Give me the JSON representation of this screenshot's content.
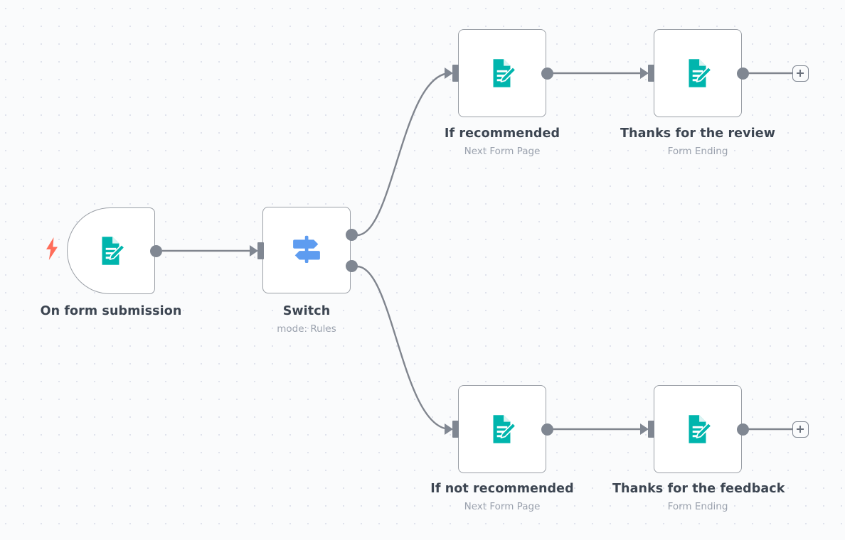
{
  "app": {
    "name": "n8n-workflow-canvas",
    "background_color": "#fafbfc",
    "grid_dot_color": "#dfe2ec"
  },
  "colors": {
    "node_border": "#9a9fa6",
    "node_fill": "#ffffff",
    "connector": "#808792",
    "edge": "#80858e",
    "title_text": "#3c4551",
    "subtitle_text": "#9aa1ad",
    "form_icon_teal": "#00b5ad",
    "switch_icon_blue": "#5e9cf0",
    "trigger_bolt_orange": "#ff6d5a"
  },
  "nodes": [
    {
      "id": "on-form-submission",
      "title": "On form submission",
      "subtitle": "",
      "icon": "form-document-pencil-icon",
      "type": "trigger",
      "has_trigger_bolt": true
    },
    {
      "id": "switch",
      "title": "Switch",
      "subtitle": "mode: Rules",
      "icon": "signpost-icon",
      "type": "switch",
      "outputs": 2
    },
    {
      "id": "if-recommended",
      "title": "If recommended",
      "subtitle": "Next Form Page",
      "icon": "form-document-pencil-icon",
      "type": "form"
    },
    {
      "id": "thanks-for-the-review",
      "title": "Thanks for the review",
      "subtitle": "Form Ending",
      "icon": "form-document-pencil-icon",
      "type": "form"
    },
    {
      "id": "if-not-recommended",
      "title": "If not recommended",
      "subtitle": "Next Form Page",
      "icon": "form-document-pencil-icon",
      "type": "form"
    },
    {
      "id": "thanks-for-the-feedback",
      "title": "Thanks for the feedback",
      "subtitle": "Form Ending",
      "icon": "form-document-pencil-icon",
      "type": "form"
    }
  ],
  "add_buttons": [
    {
      "id": "add-node-after-thanks-review",
      "label": "+"
    },
    {
      "id": "add-node-after-thanks-feedback",
      "label": "+"
    }
  ]
}
